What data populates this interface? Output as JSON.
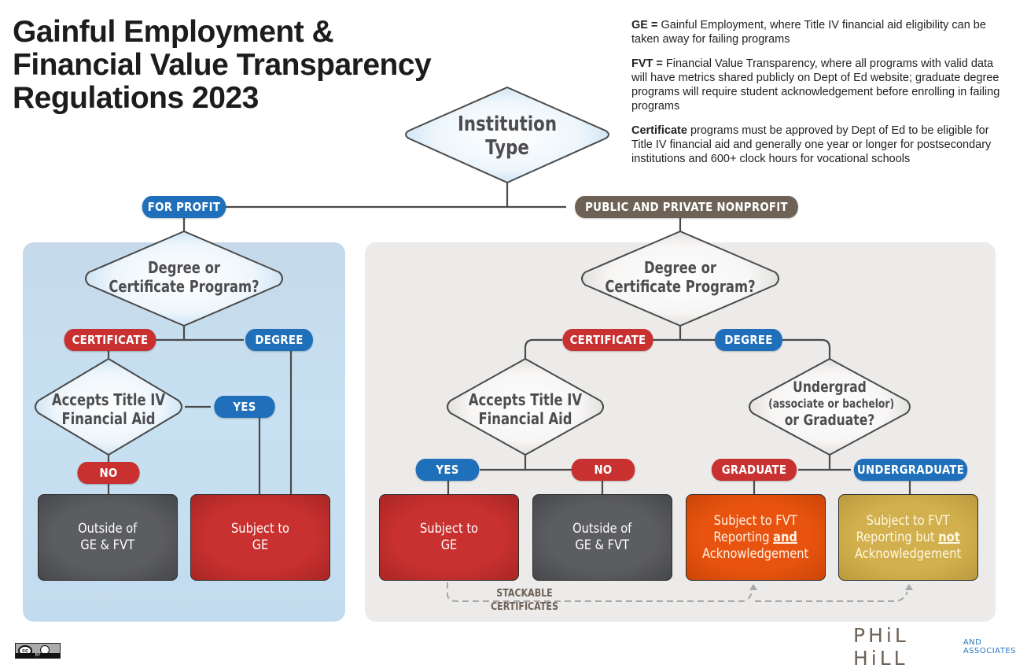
{
  "title": {
    "line1": "Gainful Employment &",
    "line2": "Financial Value Transparency",
    "line3": "Regulations 2023"
  },
  "notes": {
    "ge_term": "GE =",
    "ge_text": " Gainful Employment, where Title IV financial aid eligibility can be taken away for failing programs",
    "fvt_term": "FVT =",
    "fvt_text": " Financial Value Transparency, where all programs with valid data will have metrics shared publicly on Dept of Ed website; graduate degree programs will require student acknowledgement before enrolling in failing programs",
    "cert_term": "Certificate",
    "cert_text": " programs must be approved by Dept of Ed to be eligible for Title IV financial aid and generally one year or longer for postsecondary institutions and 600+ clock hours for vocational schools"
  },
  "root": {
    "line1": "Institution",
    "line2": "Type"
  },
  "branches": {
    "for_profit": "FOR PROFIT",
    "nonprofit": "PUBLIC AND PRIVATE NONPROFIT"
  },
  "left": {
    "q1_line1": "Degree or",
    "q1_line2": "Certificate Program?",
    "certificate": "CERTIFICATE",
    "degree": "DEGREE",
    "q2_line1": "Accepts Title IV",
    "q2_line2": "Financial Aid",
    "yes": "YES",
    "no": "NO",
    "outcome_outside_line1": "Outside of",
    "outcome_outside_line2": "GE & FVT",
    "outcome_ge_line1": "Subject to",
    "outcome_ge_line2": "GE"
  },
  "right": {
    "q1_line1": "Degree or",
    "q1_line2": "Certificate Program?",
    "certificate": "CERTIFICATE",
    "degree": "DEGREE",
    "q2_line1": "Accepts Title IV",
    "q2_line2": "Financial Aid",
    "yes": "YES",
    "no": "NO",
    "q3_line1": "Undergrad",
    "q3_line2": "(associate or bachelor)",
    "q3_line3": "or Graduate?",
    "graduate": "GRADUATE",
    "undergraduate": "UNDERGRADUATE",
    "outcome_ge_line1": "Subject to",
    "outcome_ge_line2": "GE",
    "outcome_outside_line1": "Outside of",
    "outcome_outside_line2": "GE & FVT",
    "outcome_grad_line1": "Subject to FVT",
    "outcome_grad_line2a": "Reporting ",
    "outcome_grad_line2b": "and",
    "outcome_grad_line3": "Acknowledgement",
    "outcome_ug_line1": "Subject to FVT",
    "outcome_ug_line2a": "Reporting but ",
    "outcome_ug_line2b": "not",
    "outcome_ug_line3": "Acknowledgement",
    "stackable_line1": "STACKABLE",
    "stackable_line2": "CERTIFICATES"
  },
  "footer": {
    "license_cc": "cc",
    "license_by": "BY",
    "logo_name": "PHiL HiLL",
    "logo_and": "AND",
    "logo_associates": "ASSOCIATES"
  },
  "colors": {
    "blue": "#1f6fba",
    "red": "#c8312f",
    "brown": "#6e6257",
    "gray_box": "#55565a",
    "orange_box": "#e8540f",
    "gold_box": "#d2b04e",
    "left_panel": "#c6dcee",
    "right_panel": "#ecebea"
  }
}
